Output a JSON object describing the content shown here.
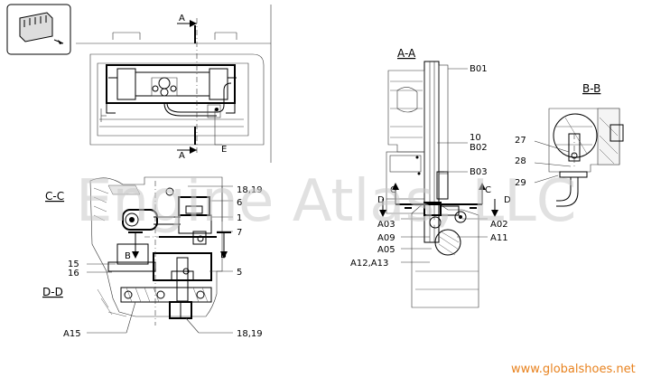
{
  "sections": {
    "cc": "C-C",
    "dd": "D-D",
    "aa": "A-A",
    "bb": "B-B"
  },
  "cut_markers": {
    "a_top": "A",
    "a_bottom": "A",
    "b_left": "B",
    "b_right": "B",
    "c_left": "C",
    "c_right": "C",
    "d_left": "D",
    "d_right": "D"
  },
  "labels": {
    "e": "E",
    "p18_19_top": "18,19",
    "p6": "6",
    "p1": "1",
    "p7": "7",
    "p5": "5",
    "p15": "15",
    "p16": "16",
    "a15": "A15",
    "p18_19_bottom": "18,19",
    "b01": "B01",
    "p10": "10",
    "b02": "B02",
    "b03": "B03",
    "a03": "A03",
    "a09": "A09",
    "a05": "A05",
    "a12_a13": "A12,A13",
    "a02": "A02",
    "a11": "A11",
    "p27": "27",
    "p28": "28",
    "p29": "29"
  },
  "watermark": "Engine Atlas, LLC",
  "website": "www.globalshoes.net",
  "icons": {
    "thumbnail": "engine-block-icon"
  }
}
